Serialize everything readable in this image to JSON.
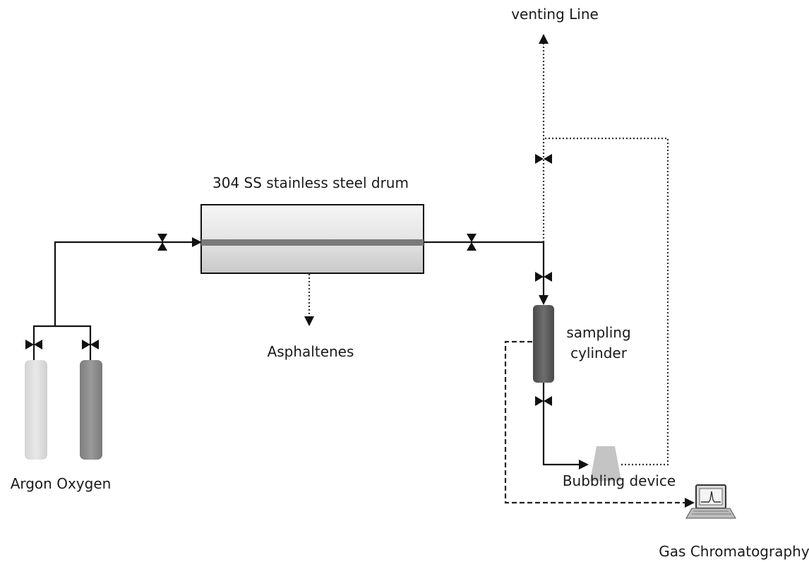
{
  "labels": {
    "venting_line": "venting Line",
    "drum": "304 SS stainless steel drum",
    "asphaltenes": "Asphaltenes",
    "sampling_cylinder_line1": "sampling",
    "sampling_cylinder_line2": "cylinder",
    "gases": "Argon Oxygen",
    "bubbling_device": "Bubbling device",
    "gas_chromatography": "Gas Chromatography"
  },
  "colors": {
    "line": "#111111",
    "argon_cylinder": "#dcdcdc",
    "oxygen_cylinder": "#8e8e8e",
    "sampling_cylinder": "#5c5c5c",
    "drum_body": "#e6e6e6",
    "drum_bar": "#7a7a7a",
    "bubbler": "#c4c4c4"
  },
  "icons": {
    "valve": "bowtie-valve-icon",
    "computer": "laptop-gc-icon"
  }
}
